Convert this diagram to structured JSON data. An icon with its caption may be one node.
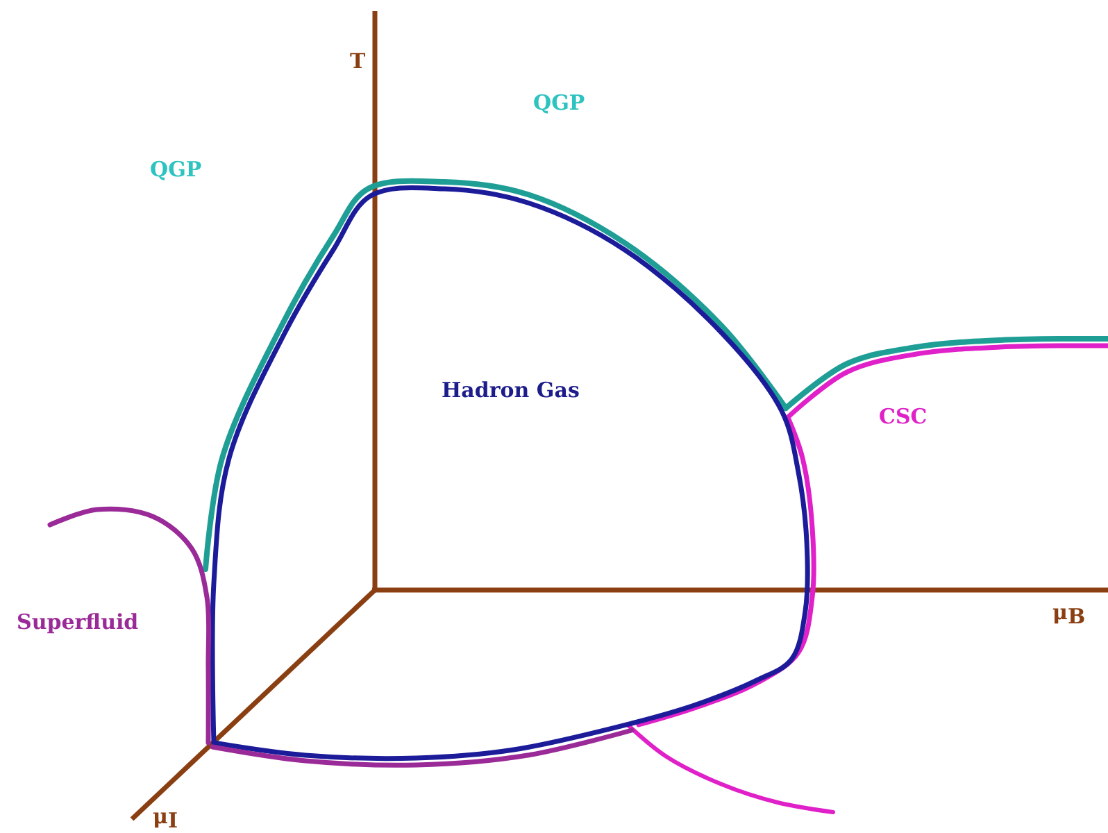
{
  "diagram": {
    "labels": [
      "T",
      "QGP",
      "QGP",
      "Hadron Gas",
      "CSC",
      "Superfluid",
      "μ$_{B}$",
      "μ$_{I}$"
    ]
  }
}
